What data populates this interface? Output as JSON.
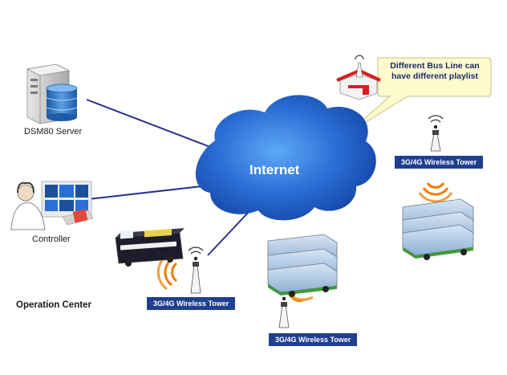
{
  "diagram": {
    "internet_label": "Internet",
    "server_label": "DSM80 Server",
    "controller_label": "Controller",
    "operation_center_label": "Operation Center",
    "callout_line1": "Different Bus  Line can",
    "callout_line2": "have different playlist",
    "tower_labels": [
      "3G/4G  Wireless Tower",
      "3G/4G  Wireless Tower",
      "3G/4G  Wireless Tower"
    ]
  },
  "colors": {
    "cloud": "#2a6fd6",
    "link_line": "#2b2f8c",
    "tower_label_bg": "#1f3f8f",
    "signal": "#f07c00",
    "callout_fill": "#fffacd",
    "callout_text": "#1b2a6b",
    "bus_green": "#3f9a3a"
  }
}
